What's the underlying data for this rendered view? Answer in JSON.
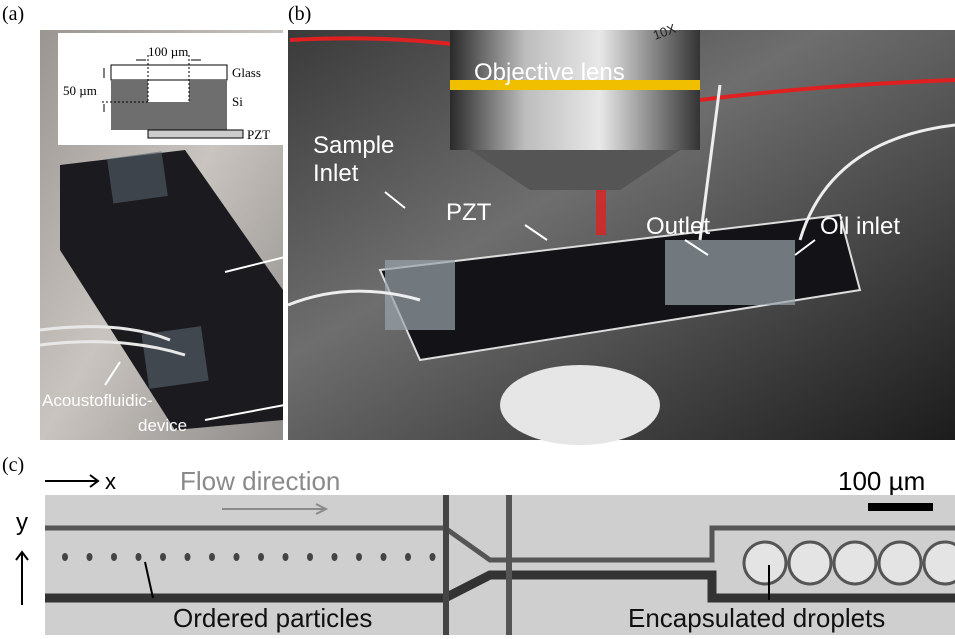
{
  "figure": {
    "panel_a": {
      "label": "(a)",
      "inset": {
        "width_label": "100 µm",
        "depth_label": "50 µm",
        "glass": "Glass",
        "si": "Si",
        "pzt": "PZT"
      },
      "device_label_line1": "Acoustofluidic-",
      "device_label_line2": "device"
    },
    "panel_b": {
      "label": "(b)",
      "objective": "Objective lens",
      "sample_line1": "Sample",
      "sample_line2": "Inlet",
      "pzt": "PZT",
      "outlet": "Outlet",
      "oil_inlet": "Oil inlet",
      "lens_marking": "10X"
    },
    "panel_c": {
      "label": "(c)",
      "x_axis": "x",
      "y_axis": "y",
      "flow": "Flow direction",
      "scale": "100 µm",
      "ordered": "Ordered particles",
      "droplets": "Encapsulated droplets"
    },
    "colors": {
      "yellow_ring": "#f0c000",
      "red_wire": "#e02020",
      "flow_text": "#8a8a8a"
    }
  }
}
